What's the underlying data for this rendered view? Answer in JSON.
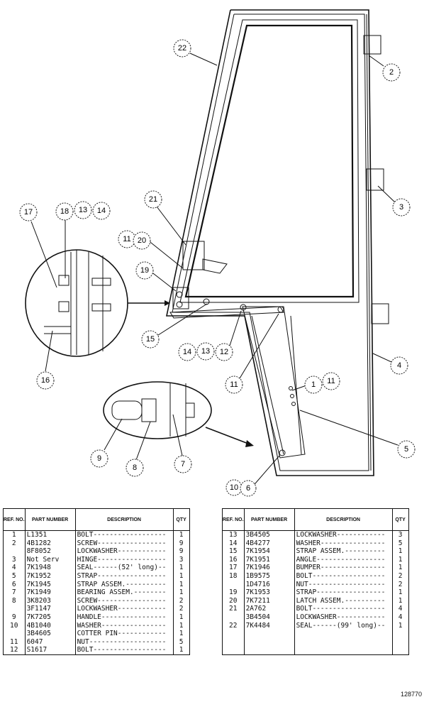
{
  "figure_number": "128770",
  "callouts": [
    {
      "id": "c22",
      "label": "22"
    },
    {
      "id": "c2",
      "label": "2"
    },
    {
      "id": "c3",
      "label": "3"
    },
    {
      "id": "c4",
      "label": "4"
    },
    {
      "id": "c5",
      "label": "5"
    },
    {
      "id": "c21",
      "label": "21"
    },
    {
      "id": "c11a",
      "label": "11"
    },
    {
      "id": "c20",
      "label": "20"
    },
    {
      "id": "c19",
      "label": "19"
    },
    {
      "id": "c15",
      "label": "15"
    },
    {
      "id": "c14a",
      "label": "14"
    },
    {
      "id": "c13a",
      "label": "13"
    },
    {
      "id": "c12",
      "label": "12"
    },
    {
      "id": "c11b",
      "label": "11"
    },
    {
      "id": "c1",
      "label": "1"
    },
    {
      "id": "c11c",
      "label": "11"
    },
    {
      "id": "c17",
      "label": "17"
    },
    {
      "id": "c18",
      "label": "18"
    },
    {
      "id": "c13b",
      "label": "13"
    },
    {
      "id": "c14b",
      "label": "14"
    },
    {
      "id": "c16",
      "label": "16"
    },
    {
      "id": "c9",
      "label": "9"
    },
    {
      "id": "c8",
      "label": "8"
    },
    {
      "id": "c7",
      "label": "7"
    },
    {
      "id": "c10",
      "label": "10"
    },
    {
      "id": "c6",
      "label": "6"
    }
  ],
  "table_headers": {
    "ref": "REF. NO.",
    "part": "PART NUMBER",
    "desc": "DESCRIPTION",
    "qty": "QTY"
  },
  "parts_left": [
    {
      "ref": "1",
      "part": "L1351",
      "desc": "BOLT------------------",
      "qty": "1"
    },
    {
      "ref": "2",
      "part": "4B1282",
      "desc": "SCREW-----------------",
      "qty": "9"
    },
    {
      "ref": "",
      "part": "8F8052",
      "desc": "LOCKWASHER------------",
      "qty": "9"
    },
    {
      "ref": "3",
      "part": "Not Serv",
      "desc": "HINGE-----------------",
      "qty": "3"
    },
    {
      "ref": "4",
      "part": "7K1948",
      "desc": "SEAL------(52' long)--",
      "qty": "1"
    },
    {
      "ref": "5",
      "part": "7K1952",
      "desc": "STRAP-----------------",
      "qty": "1"
    },
    {
      "ref": "6",
      "part": "7K1945",
      "desc": "STRAP ASSEM.----------",
      "qty": "1"
    },
    {
      "ref": "7",
      "part": "7K1949",
      "desc": "BEARING ASSEM.--------",
      "qty": "1"
    },
    {
      "ref": "8",
      "part": "3K8203",
      "desc": "SCREW-----------------",
      "qty": "2"
    },
    {
      "ref": "",
      "part": "3F1147",
      "desc": "LOCKWASHER------------",
      "qty": "2"
    },
    {
      "ref": "9",
      "part": "7K7205",
      "desc": "HANDLE----------------",
      "qty": "1"
    },
    {
      "ref": "10",
      "part": "4B1040",
      "desc": "WASHER----------------",
      "qty": "1"
    },
    {
      "ref": "",
      "part": "3B4605",
      "desc": "COTTER PIN------------",
      "qty": "1"
    },
    {
      "ref": "11",
      "part": "6047",
      "desc": "NUT-------------------",
      "qty": "5"
    },
    {
      "ref": "12",
      "part": "S1617",
      "desc": "BOLT------------------",
      "qty": "1"
    }
  ],
  "parts_right": [
    {
      "ref": "13",
      "part": "3B4505",
      "desc": "LOCKWASHER------------",
      "qty": "3"
    },
    {
      "ref": "14",
      "part": "4B4277",
      "desc": "WASHER----------------",
      "qty": "5"
    },
    {
      "ref": "15",
      "part": "7K1954",
      "desc": "STRAP ASSEM.----------",
      "qty": "1"
    },
    {
      "ref": "16",
      "part": "7K1951",
      "desc": "ANGLE-----------------",
      "qty": "1"
    },
    {
      "ref": "17",
      "part": "7K1946",
      "desc": "BUMPER----------------",
      "qty": "1"
    },
    {
      "ref": "18",
      "part": "1B9575",
      "desc": "BOLT------------------",
      "qty": "2"
    },
    {
      "ref": "",
      "part": "1D4716",
      "desc": "NUT-------------------",
      "qty": "2"
    },
    {
      "ref": "19",
      "part": "7K1953",
      "desc": "STRAP-----------------",
      "qty": "1"
    },
    {
      "ref": "20",
      "part": "7K7211",
      "desc": "LATCH ASSEM.----------",
      "qty": "1"
    },
    {
      "ref": "21",
      "part": "2A762",
      "desc": "BOLT------------------",
      "qty": "4"
    },
    {
      "ref": "",
      "part": "3B4504",
      "desc": "LOCKWASHER------------",
      "qty": "4"
    },
    {
      "ref": "22",
      "part": "7K4484",
      "desc": "SEAL------(99' long)--",
      "qty": "1"
    },
    {
      "ref": "",
      "part": "",
      "desc": "",
      "qty": ""
    },
    {
      "ref": "",
      "part": "",
      "desc": "",
      "qty": ""
    },
    {
      "ref": "",
      "part": "",
      "desc": "",
      "qty": ""
    }
  ]
}
